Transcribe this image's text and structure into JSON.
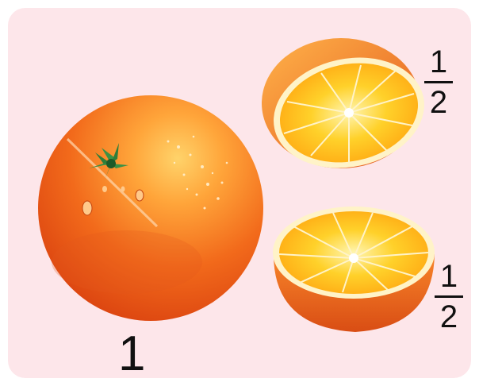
{
  "background_color": "#fde6ea",
  "whole_orange": {
    "label": "1"
  },
  "half_orange_top": {
    "numerator": "1",
    "denominator": "2"
  },
  "half_orange_bottom": {
    "numerator": "1",
    "denominator": "2"
  },
  "colors": {
    "peel": "#f26a1b",
    "peel_light": "#ffb13b",
    "flesh": "#ffc21a",
    "pith": "#fff3c8",
    "stem": "#2f7d3a"
  }
}
